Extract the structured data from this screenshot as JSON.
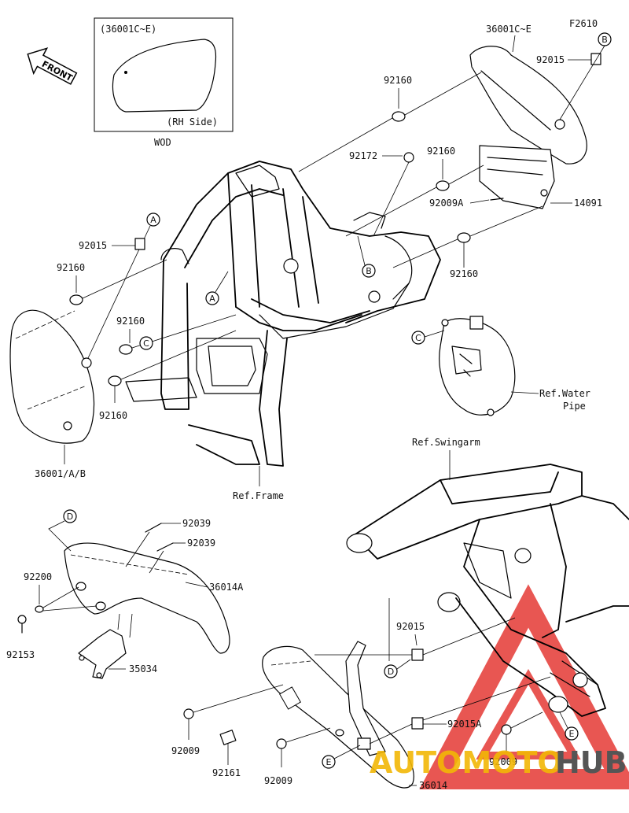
{
  "figure_code": "F2610",
  "front_arrow": "FRONT",
  "inset": {
    "title": "(36001C~E)",
    "side": "(RH Side)",
    "caption": "WOD"
  },
  "callouts": [
    "A",
    "A",
    "B",
    "B",
    "C",
    "C",
    "D",
    "D",
    "E",
    "E"
  ],
  "labels": {
    "p36001ce": "36001C~E",
    "p92015_top": "92015",
    "p92160_top": "92160",
    "p92172": "92172",
    "p92160_mid": "92160",
    "p92009A": "92009A",
    "p14091": "14091",
    "p92160_right": "92160",
    "p92015_left": "92015",
    "p92160_left1": "92160",
    "p92160_left2": "92160",
    "p92160_left3": "92160",
    "p36001ab": "36001/A/B",
    "ref_frame": "Ref.Frame",
    "ref_water_1": "Ref.Water",
    "ref_water_2": "Pipe",
    "ref_swingarm": "Ref.Swingarm",
    "p92039_a": "92039",
    "p92039_b": "92039",
    "p92200": "92200",
    "p36014A": "36014A",
    "p92153": "92153",
    "p35034": "35034",
    "p92015_bottom": "92015",
    "p92015A": "92015A",
    "p92009_left": "92009",
    "p92161": "92161",
    "p92009_center": "92009",
    "p92009_right": "92009",
    "p36014": "36014"
  },
  "watermark": {
    "part1": "AUTOMOTO",
    "part2": "HUB",
    "color1": "#f2b705",
    "color2": "#555555",
    "triangle_color": "#e53935"
  }
}
